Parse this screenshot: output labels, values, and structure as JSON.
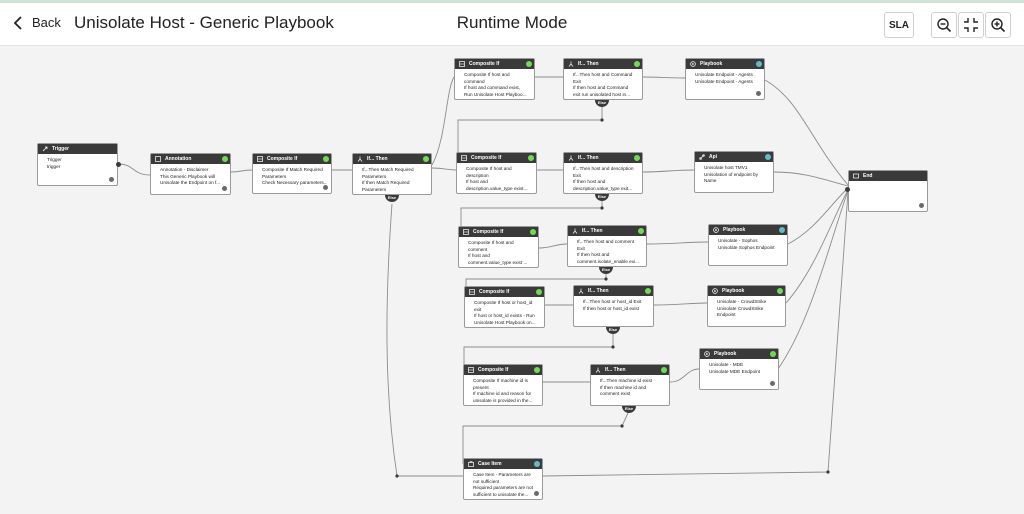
{
  "header": {
    "back_label": "Back",
    "title": "Unisolate Host - Generic Playbook",
    "mode": "Runtime Mode",
    "sla_label": "SLA"
  },
  "icons": {
    "back": "chevron-left-icon",
    "zoom_out": "zoom-out-icon",
    "fit": "fit-screen-icon",
    "zoom_in": "zoom-in-icon"
  },
  "colors": {
    "node_header": "#3a3a3a",
    "status_ok": "#6fdc55",
    "status_info": "#5fbcc9",
    "wire": "#8c8c8c"
  },
  "else_label": "Else",
  "nodes": {
    "trigger": {
      "type": "Trigger",
      "lines": [
        "Trigger",
        "trigger"
      ]
    },
    "annotation": {
      "type": "Annotation",
      "lines": [
        "Annotation - Disclaimer",
        "This Generic Playbook will",
        "Unisolate the Endpoint on f..."
      ]
    },
    "composite1": {
      "type": "Composite If",
      "lines": [
        "Composite If Match Required",
        "Parameters",
        "Check Necessary parameters..."
      ]
    },
    "ifthen1": {
      "type": "If... Then",
      "lines": [
        "If...Then Match Required",
        "Parameters",
        "If then Match Required",
        "Parameters"
      ]
    },
    "composite2": {
      "type": "Composite If",
      "lines": [
        "Composite If host and",
        "command",
        "If host and command exist,",
        "Run Unisolate Host Playboo..."
      ]
    },
    "ifthen2": {
      "type": "If... Then",
      "lines": [
        "If...Then host and Command",
        "Exit",
        "If then host and Command",
        "exit run unisolated host in..."
      ]
    },
    "playbook_agents": {
      "type": "Playbook",
      "lines": [
        "Unisolate Endpoint - Agents",
        "Unisolate Endpoint - Agents"
      ]
    },
    "composite3": {
      "type": "Composite If",
      "lines": [
        "Composite If host and",
        "description",
        "If host and",
        "description.value_type exist..."
      ]
    },
    "ifthen3": {
      "type": "If... Then",
      "lines": [
        "If...Then host and description",
        "Exit",
        "If then host and",
        "description.value_type exit..."
      ]
    },
    "api_tmv1": {
      "type": "Api",
      "lines": [
        "Unisolate host TMV1",
        "Unisolation of endpoint by",
        "Name"
      ]
    },
    "composite4": {
      "type": "Composite If",
      "lines": [
        "Composite If host and",
        "comment",
        "If host and",
        "comment.value_type exist ..."
      ]
    },
    "ifthen4": {
      "type": "If... Then",
      "lines": [
        "If...Then host and comment",
        "Exit",
        "If then host and",
        "comment.isolate_enable exi..."
      ]
    },
    "playbook_sophos": {
      "type": "Playbook",
      "lines": [
        "Unisolate - Sophos",
        "Unisolate Sophos Endpoint"
      ]
    },
    "composite5": {
      "type": "Composite If",
      "lines": [
        "Composite If host or host_id",
        "exit",
        "If host or host_id exists - Run",
        "Unisolate Host Playbook on..."
      ]
    },
    "ifthen5": {
      "type": "If... Then",
      "lines": [
        "If...Then host or host_id Exit",
        "If then host or host_id exist"
      ]
    },
    "playbook_crowdstrike": {
      "type": "Playbook",
      "lines": [
        "Unisolate - CrowdStrike",
        "Unisolate CrowdStrike",
        "Endpoint"
      ]
    },
    "composite6": {
      "type": "Composite If",
      "lines": [
        "Composite If machine id is",
        "present",
        "If machine id and reason for",
        "unisolate is provided in the..."
      ]
    },
    "ifthen6": {
      "type": "If... Then",
      "lines": [
        "If...Then machine id exist",
        "If then machine id and",
        "comment exist"
      ]
    },
    "playbook_mde": {
      "type": "Playbook",
      "lines": [
        "Unisolate - MDE",
        "Unisolate MDE Endpoint"
      ]
    },
    "end": {
      "type": "End",
      "lines": []
    },
    "case_item": {
      "type": "Case Item",
      "lines": [
        "Case Item - Parameters are",
        "not sufficient",
        "Required parameters are not",
        "sufficient to unisolate the..."
      ]
    }
  }
}
